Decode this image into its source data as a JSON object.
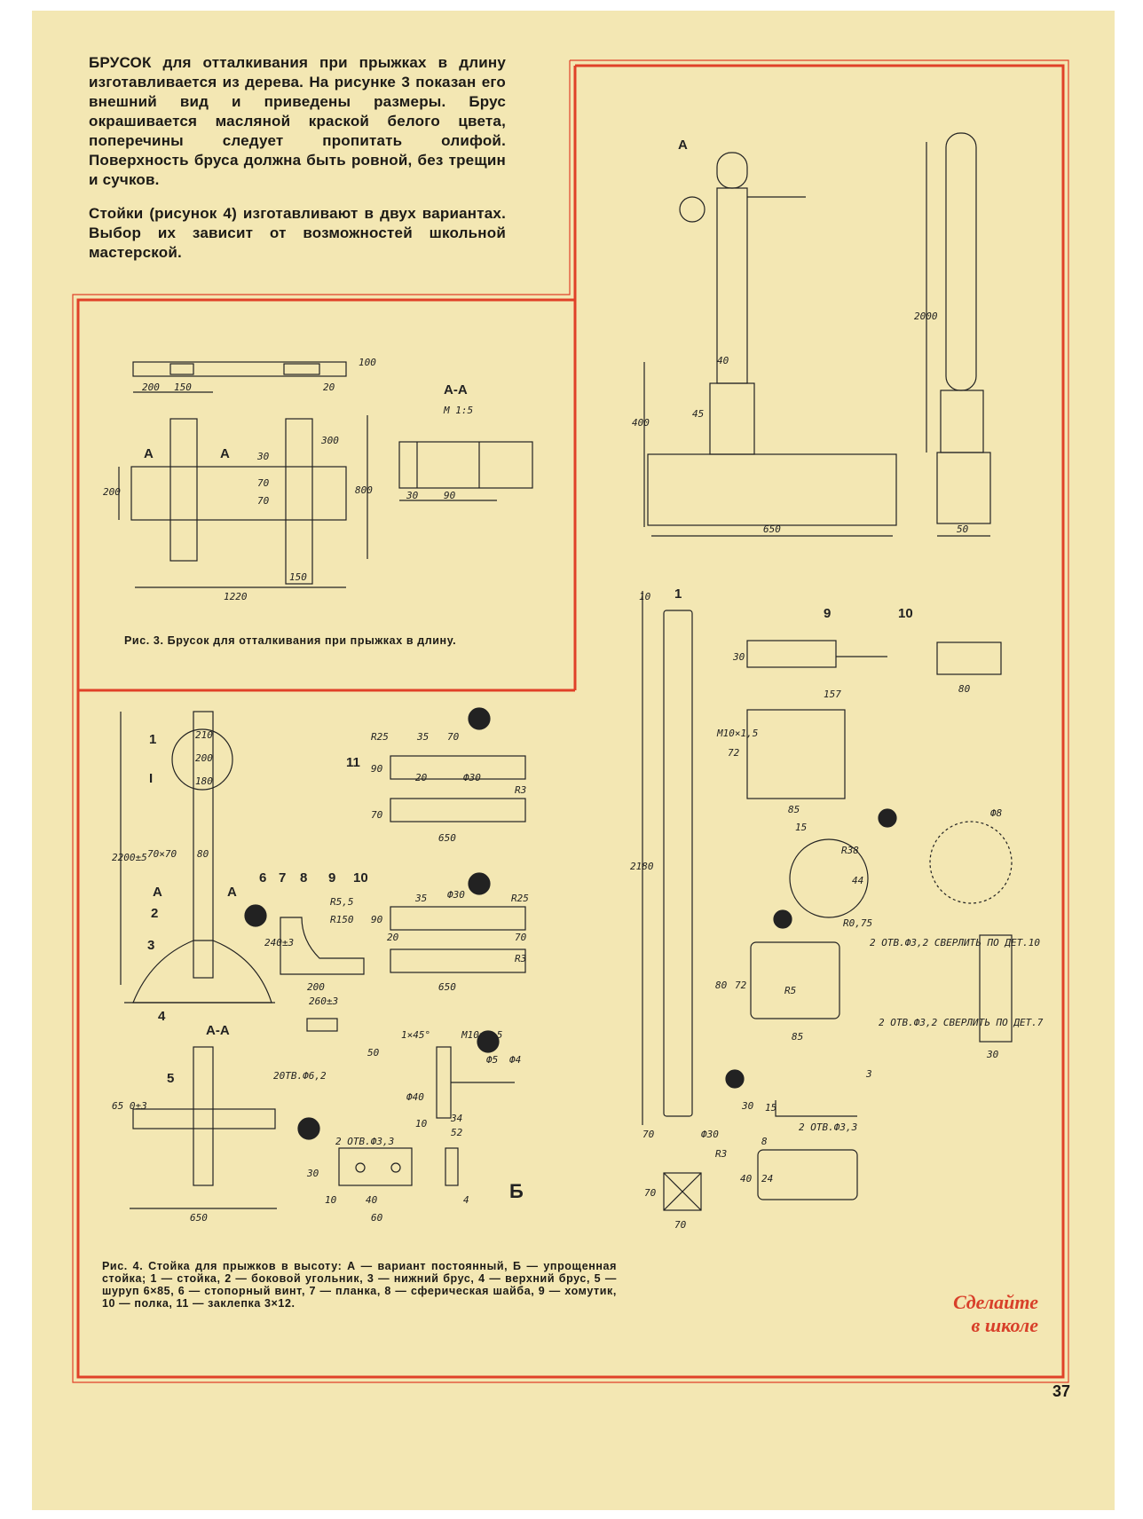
{
  "intro": {
    "p1": "БРУСОК для отталкивания при прыжках в длину изготавливается из дерева. На рисунке 3 показан его внешний вид и приведены размеры. Брус окрашивается масляной краской белого цвета, поперечины следует пропитать олифой. Поверхность бруса должна быть ровной, без трещин и сучков.",
    "p2": "Стойки (рисунок 4) изготавливают в двух вариантах. Выбор их зависит от возможностей школьной мастерской."
  },
  "fig3": {
    "caption": "Рис. 3. Брусок для отталкивания при прыжках в длину.",
    "section_label": "А-А",
    "scale": "М 1:5",
    "arrow_label": "А",
    "dims": [
      "200",
      "150",
      "100",
      "20",
      "30",
      "300",
      "800",
      "200",
      "70",
      "70",
      "150",
      "1220",
      "30",
      "90"
    ]
  },
  "fig4": {
    "caption": "Рис. 4. Стойка для прыжков в высоту: А — вариант постоянный, Б — упрощенная стойка; 1 — стойка, 2 — боковой угольник, 3 — нижний брус, 4 — верхний брус, 5 — шуруп 6×85, 6 — стопорный винт, 7 — планка, 8 — сферическая шайба, 9 — хомутик, 10 — полка, 11 — заклепка 3×12.",
    "variant_a": "А",
    "variant_b": "Б",
    "section_label": "А-А",
    "dims_a": [
      "400",
      "45",
      "40",
      "650",
      "2000",
      "50"
    ],
    "dims_b_left": [
      "2200±5",
      "70×70",
      "80",
      "210",
      "200",
      "180",
      "240±3",
      "R5,5",
      "R150",
      "200",
      "260±3",
      "65 0±3",
      "650",
      "R25",
      "35",
      "70",
      "90",
      "20",
      "Ф30",
      "R3",
      "70",
      "650",
      "Ф30",
      "R25",
      "35",
      "90",
      "20",
      "70",
      "R3",
      "650",
      "20ТВ.Ф6,2",
      "50",
      "1×45°",
      "М10×1,5",
      "Ф40",
      "Ф5",
      "Ф4",
      "10",
      "34",
      "52",
      "2 ОТВ.Ф3,3",
      "30",
      "10",
      "40",
      "60",
      "4"
    ],
    "dims_b_right": [
      "10",
      "2180",
      "70",
      "Ф30",
      "R3",
      "70",
      "70",
      "30",
      "157",
      "80",
      "72",
      "М10×1,5",
      "85",
      "15",
      "R38",
      "44",
      "R0,75",
      "Ф8",
      "80",
      "72",
      "R5",
      "85",
      "2 ОТВ.Ф3,2 СВЕРЛИТЬ ПО ДЕТ.10",
      "2 ОТВ.Ф3,2 СВЕРЛИТЬ ПО ДЕТ.7",
      "30",
      "3",
      "30",
      "15",
      "2 ОТВ.Ф3,3",
      "8",
      "40",
      "24"
    ],
    "part_numbers": [
      "1",
      "2",
      "3",
      "4",
      "5",
      "6",
      "7",
      "8",
      "9",
      "10",
      "11",
      "I"
    ]
  },
  "cta": {
    "line1": "Сделайте",
    "line2": "в школе"
  },
  "page_number": "37"
}
